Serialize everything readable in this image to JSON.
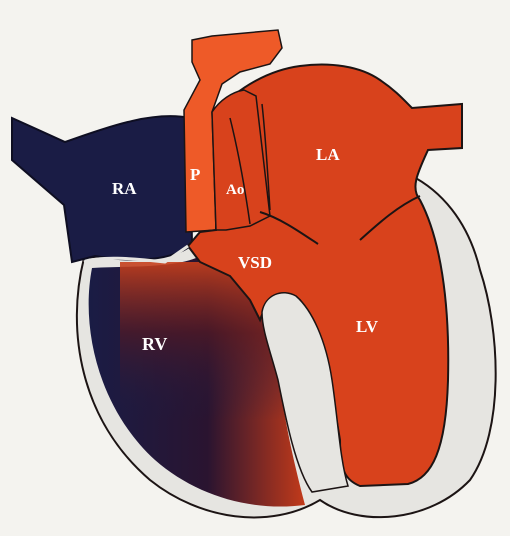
{
  "labels": {
    "ra": "RA",
    "p": "P",
    "ao": "Ao",
    "la": "LA",
    "vsd": "VSD",
    "rv": "RV",
    "lv": "LV"
  },
  "colors": {
    "background": "#f4f3ef",
    "heart_wall": "#e6e5e1",
    "deoxygenated": "#1a1c45",
    "oxygenated": "#d8421c",
    "outline": "#1c1414",
    "label_text": "#ffffff"
  }
}
